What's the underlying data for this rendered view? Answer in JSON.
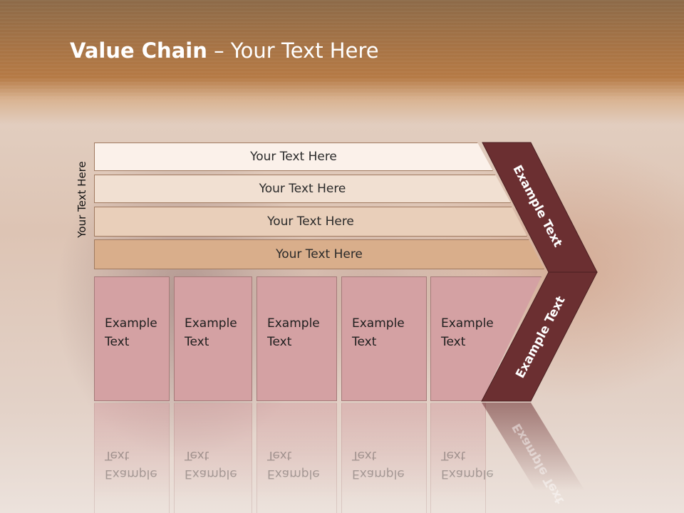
{
  "title": {
    "bold": "Value Chain",
    "rest": " – Your Text Here"
  },
  "side_label": "Your Text Here",
  "bars": [
    "Your Text Here",
    "Your Text Here",
    "Your Text Here",
    "Your Text Here"
  ],
  "boxes": [
    "Example Text",
    "Example Text",
    "Example Text",
    "Example Text",
    "Example Text"
  ],
  "chevron_upper_label": "Example Text",
  "chevron_lower_label": "Example Text",
  "colors": {
    "header": "#b57a45",
    "bar1": "#fbf1ea",
    "bar2": "#f1e0d2",
    "bar3": "#e9cfba",
    "bar4": "#d9ae8b",
    "box": "#d4a1a3",
    "chevron": "#6b2f31"
  }
}
